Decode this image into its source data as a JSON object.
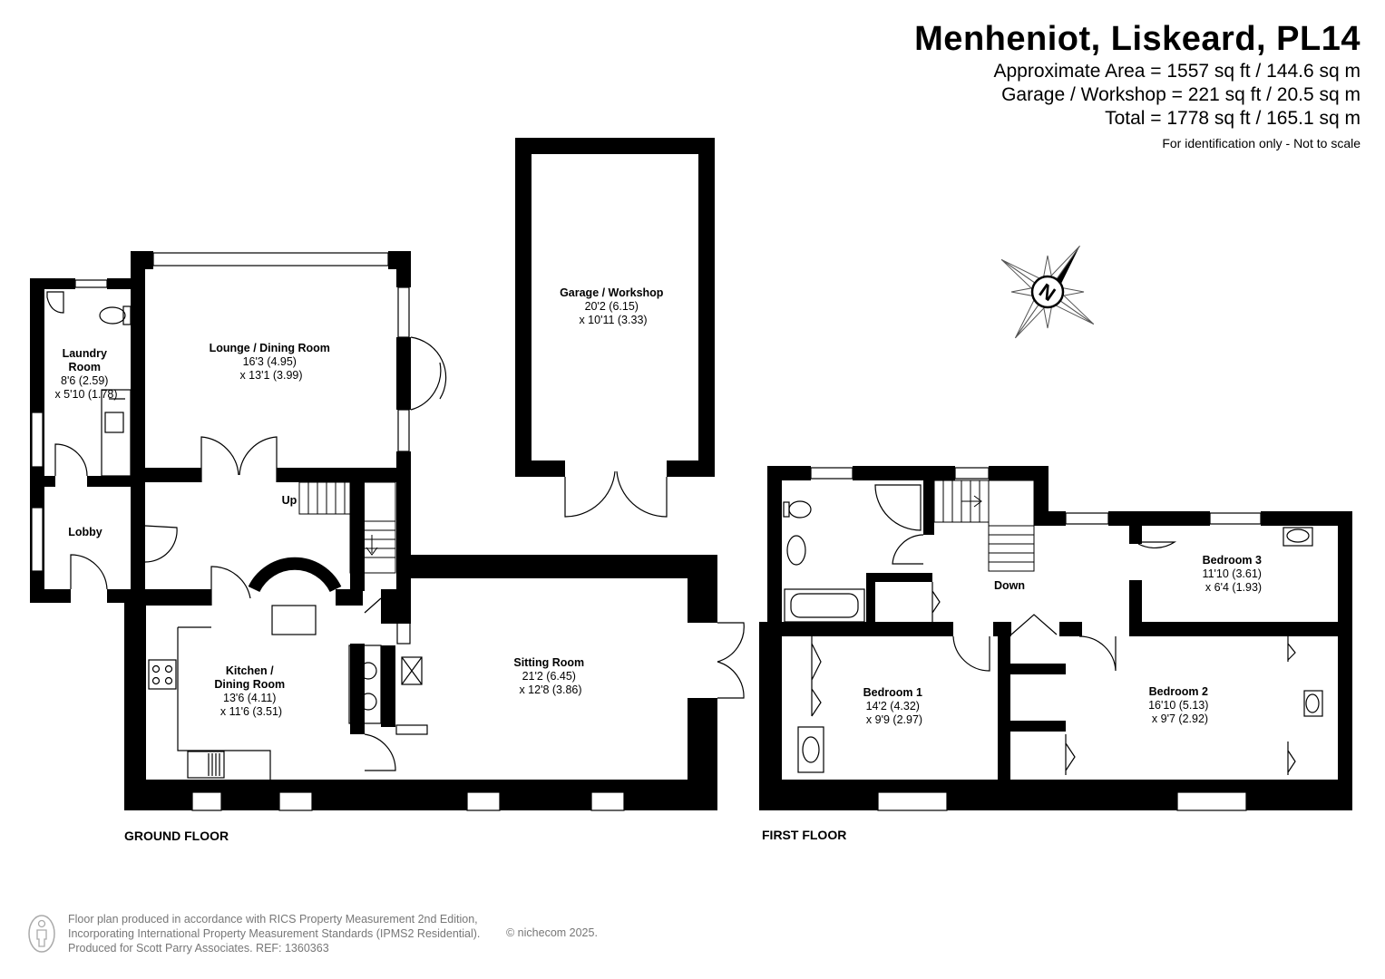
{
  "header": {
    "title": "Menheniot, Liskeard, PL14",
    "approx_area": "Approximate Area = 1557 sq ft / 144.6 sq m",
    "garage_area": "Garage / Workshop = 221 sq ft / 20.5 sq m",
    "total_area": "Total = 1778 sq ft / 165.1 sq m",
    "note": "For identification only - Not to scale"
  },
  "compass": {
    "letter": "N",
    "icon": "compass-icon"
  },
  "floors": {
    "ground": "GROUND FLOOR",
    "first": "FIRST FLOOR"
  },
  "rooms": {
    "laundry": {
      "name1": "Laundry",
      "name2": "Room",
      "dim1": "8'6 (2.59)",
      "dim2": "x 5'10 (1.78)"
    },
    "lobby": {
      "name": "Lobby"
    },
    "lounge": {
      "name": "Lounge / Dining Room",
      "dim1": "16'3 (4.95)",
      "dim2": "x 13'1 (3.99)"
    },
    "garage": {
      "name": "Garage / Workshop",
      "dim1": "20'2 (6.15)",
      "dim2": "x 10'11 (3.33)"
    },
    "kitchen": {
      "name1": "Kitchen /",
      "name2": "Dining Room",
      "dim1": "13'6 (4.11)",
      "dim2": "x 11'6 (3.51)"
    },
    "sitting": {
      "name": "Sitting Room",
      "dim1": "21'2 (6.45)",
      "dim2": "x 12'8 (3.86)"
    },
    "bedroom1": {
      "name": "Bedroom 1",
      "dim1": "14'2 (4.32)",
      "dim2": "x 9'9 (2.97)"
    },
    "bedroom2": {
      "name": "Bedroom 2",
      "dim1": "16'10 (5.13)",
      "dim2": "x 9'7 (2.92)"
    },
    "bedroom3": {
      "name": "Bedroom 3",
      "dim1": "11'10 (3.61)",
      "dim2": "x 6'4 (1.93)"
    }
  },
  "stairs": {
    "up": "Up",
    "down": "Down"
  },
  "footer": {
    "line1": "Floor plan produced in accordance with RICS Property Measurement 2nd Edition,",
    "line2": "Incorporating International Property Measurement Standards (IPMS2 Residential).",
    "line3": "Produced for Scott Parry Associates.   REF: 1360363",
    "copyright": "© nichecom 2025."
  }
}
